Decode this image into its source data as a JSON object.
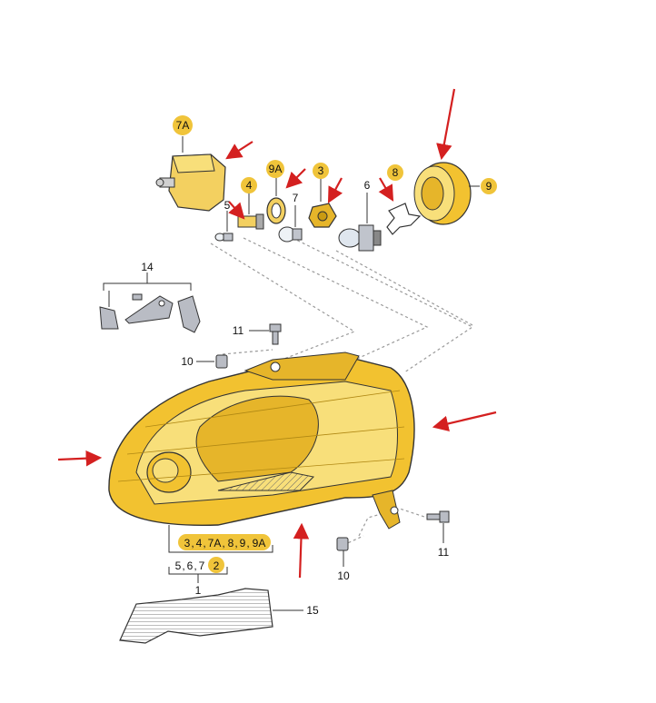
{
  "colors": {
    "housing_fill": "#f2c230",
    "housing_light": "#f8df7a",
    "housing_dark": "#c99a12",
    "part_fill": "#f3d060",
    "badge_fill": "#f0c43a",
    "arrow_red": "#d42020",
    "gray_part": "#b9bcc4",
    "dashed": "#9a9a9a"
  },
  "labels": {
    "l7a": "7A",
    "l9a": "9A",
    "l3": "3",
    "l8": "8",
    "l9": "9",
    "l4": "4",
    "l5": "5",
    "l7": "7",
    "l6": "6",
    "l14": "14",
    "l11a": "11",
    "l10a": "10",
    "l11b": "11",
    "l10b": "10",
    "l15": "15",
    "l1": "1",
    "legend_row1": [
      "3",
      "4",
      "7A",
      "8",
      "9",
      "9A"
    ],
    "legend_row2": [
      "5",
      "6",
      "7",
      "2"
    ]
  }
}
